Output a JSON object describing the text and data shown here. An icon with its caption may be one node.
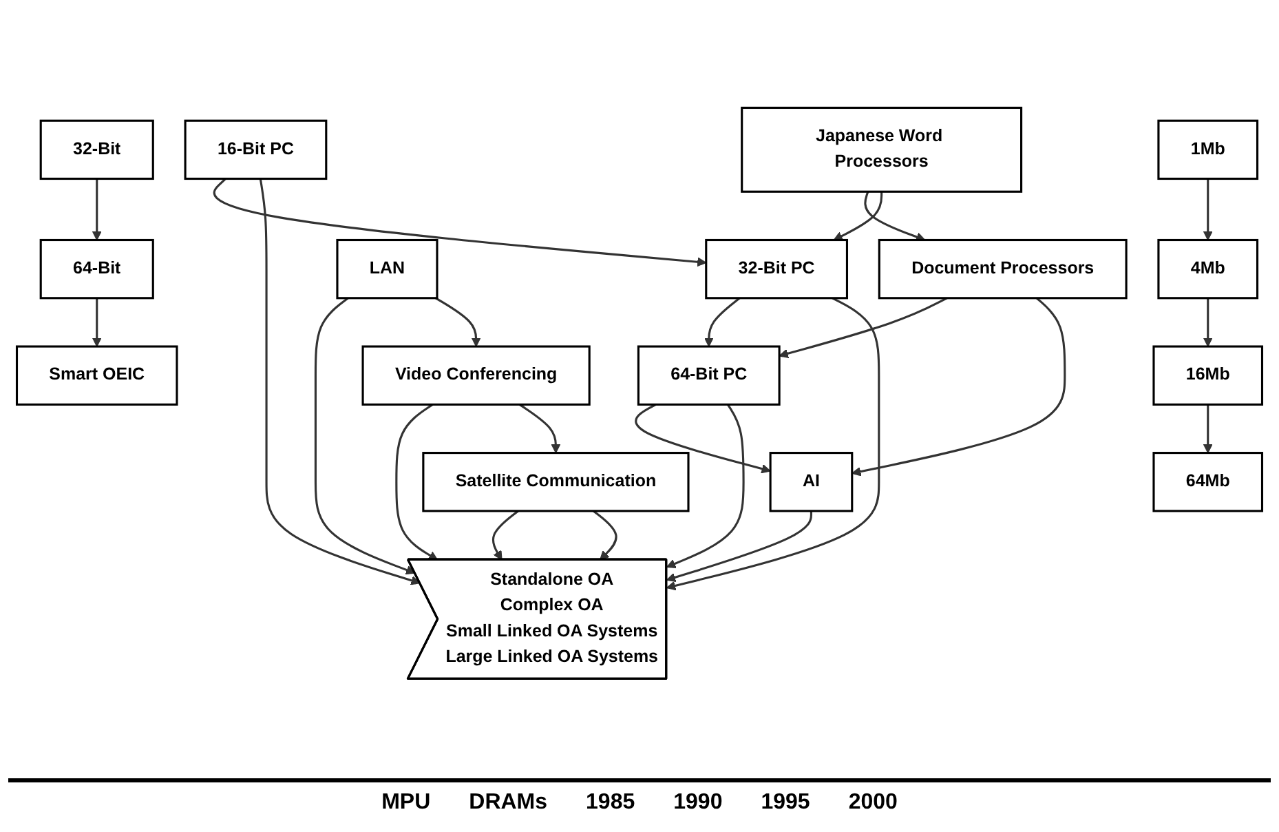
{
  "diagram": {
    "nodes": [
      {
        "text": [
          "Japanese Word Processors"
        ]
      },
      {
        "text": [
          "Document Processors"
        ]
      },
      {
        "text": [
          "16-Bit PC"
        ]
      },
      {
        "text": [
          "32-Bit PC"
        ]
      },
      {
        "text": [
          "64-Bit PC"
        ]
      },
      {
        "text": [
          "AI"
        ]
      },
      {
        "text": [
          "Standalone OA",
          "Complex OA",
          "Small Linked OA Systems",
          "Large Linked OA Systems"
        ]
      },
      {
        "text": [
          "LAN"
        ]
      },
      {
        "text": [
          "Video Conferencing"
        ]
      },
      {
        "text": [
          "Satellite Communication"
        ]
      },
      {
        "text": [
          "32-Bit"
        ]
      },
      {
        "text": [
          "64-Bit"
        ]
      },
      {
        "text": [
          "Smart OEIC"
        ]
      },
      {
        "text": [
          "1Mb"
        ]
      },
      {
        "text": [
          "4Mb"
        ]
      },
      {
        "text": [
          "16Mb"
        ]
      },
      {
        "text": [
          "64Mb"
        ]
      }
    ],
    "edges": [
      {
        "from": 0,
        "to": 1,
        "arrow": "to"
      },
      {
        "from": 0,
        "to": 3,
        "arrow": "to"
      },
      {
        "from": 1,
        "to": 4,
        "arrow": "to"
      },
      {
        "from": 1,
        "to": 5,
        "arrow": "to"
      },
      {
        "from": 2,
        "to": 3,
        "arrow": "to"
      },
      {
        "from": 3,
        "to": 4,
        "arrow": "to"
      },
      {
        "from": 4,
        "to": 5,
        "arrow": "to"
      },
      {
        "from": 2,
        "to": 6,
        "arrow": "to"
      },
      {
        "from": 3,
        "to": 6,
        "arrow": "to"
      },
      {
        "from": 4,
        "to": 6,
        "arrow": "to"
      },
      {
        "from": 5,
        "to": 6,
        "arrow": "to"
      },
      {
        "from": 7,
        "to": 6,
        "arrow": "to"
      },
      {
        "from": 8,
        "to": 6,
        "arrow": "to"
      },
      {
        "from": 9,
        "to": 6,
        "arrow": "to"
      },
      {
        "from": 9,
        "to": 6,
        "arrow": "to"
      },
      {
        "from": 7,
        "to": 8,
        "arrow": "to"
      },
      {
        "from": 8,
        "to": 9,
        "arrow": "to"
      },
      {
        "from": 10,
        "to": 11,
        "arrow": "to"
      },
      {
        "from": 11,
        "to": 12,
        "arrow": "to"
      },
      {
        "from": 13,
        "to": 14,
        "arrow": "to"
      },
      {
        "from": 14,
        "to": 15,
        "arrow": "to"
      },
      {
        "from": 15,
        "to": 16,
        "arrow": "to"
      }
    ],
    "labels": [
      "MPU",
      "DRAMs",
      "1985",
      "1990",
      "1995",
      "2000"
    ]
  }
}
